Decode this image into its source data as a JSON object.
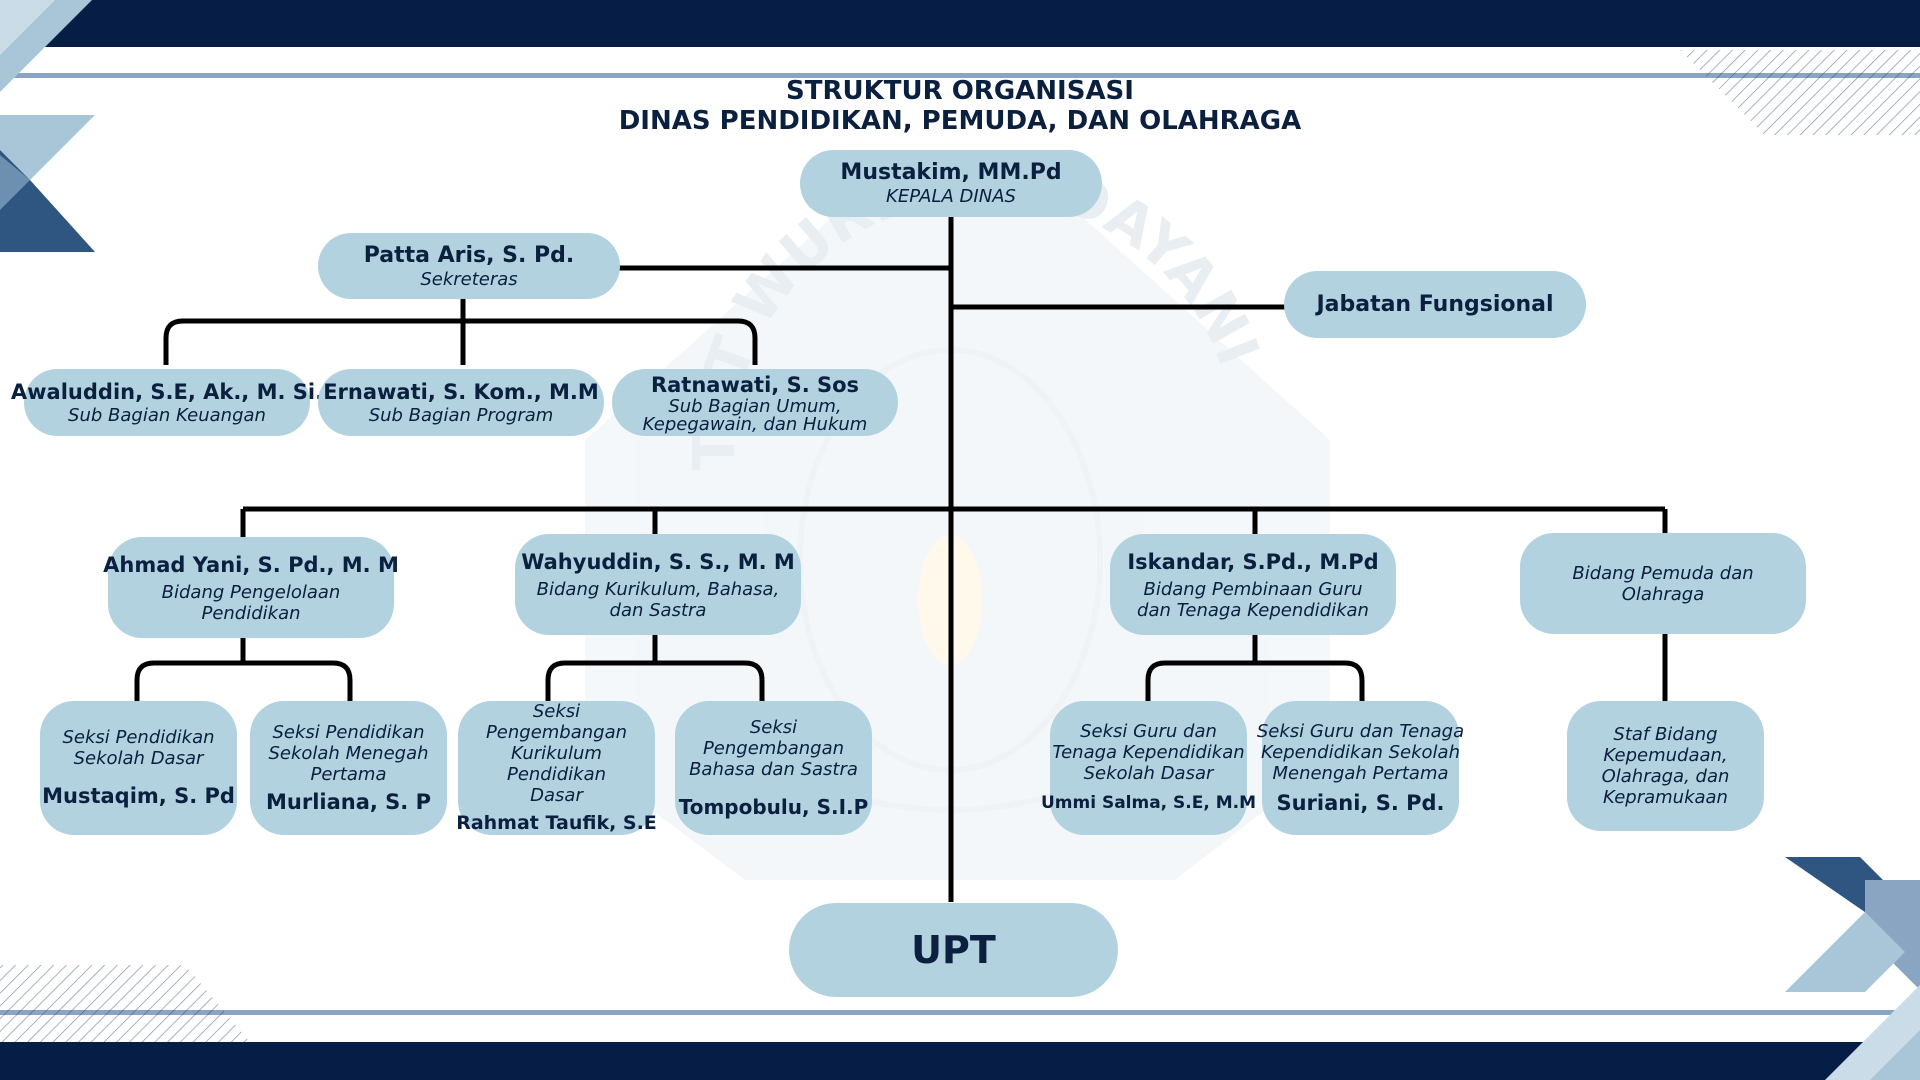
{
  "title": {
    "line1": "STRUKTUR ORGANISASI",
    "line2": "DINAS PENDIDIKAN, PEMUDA, DAN OLAHRAGA"
  },
  "watermark": {
    "text": "TUT WURI HANDAYANI"
  },
  "colors": {
    "navy": "#061d45",
    "node": "#b2d2e0",
    "accent": "#8aa5c1",
    "text": "#0b1f3f"
  },
  "nodes": {
    "head": {
      "name": "Mustakim, MM.Pd",
      "role": "KEPALA DINAS"
    },
    "secretary": {
      "name": "Patta Aris, S. Pd.",
      "role": "Sekreteras"
    },
    "fungsional": {
      "name": "Jabatan Fungsional"
    },
    "keuangan": {
      "name": "Awaluddin, S.E, Ak., M. Si.",
      "role": "Sub Bagian Keuangan"
    },
    "program": {
      "name": "Ernawati, S. Kom., M.M",
      "role": "Sub Bagian Program"
    },
    "umum": {
      "name": "Ratnawati, S. Sos",
      "role1": "Sub Bagian Umum,",
      "role2": "Kepegawain, dan Hukum"
    },
    "pengelolaan": {
      "name": "Ahmad Yani, S. Pd., M. M",
      "role1": "Bidang Pengelolaan",
      "role2": "Pendidikan"
    },
    "kurikulum": {
      "name": "Wahyuddin, S. S., M. M",
      "role1": "Bidang Kurikulum, Bahasa,",
      "role2": "dan Sastra"
    },
    "pembinaan": {
      "name": "Iskandar, S.Pd., M.Pd",
      "role1": "Bidang Pembinaan Guru",
      "role2": "dan Tenaga Kependidikan"
    },
    "pemuda": {
      "role1": "Bidang Pemuda dan",
      "role2": "Olahraga"
    },
    "seksi_sd": {
      "role1": "Seksi Pendidikan",
      "role2": "Sekolah Dasar",
      "name": "Mustaqim, S. Pd"
    },
    "seksi_smp": {
      "role1": "Seksi Pendidikan",
      "role2": "Sekolah Menegah",
      "role3": "Pertama",
      "name": "Murliana, S. P"
    },
    "seksi_kurikulum": {
      "role1": "Seksi Pengembangan",
      "role2": "Kurikulum Pendidikan",
      "role3": "Dasar",
      "name": "Rahmat Taufik, S.E"
    },
    "seksi_bahasa": {
      "role1": "Seksi Pengembangan",
      "role2": "Bahasa dan Sastra",
      "name": "Tompobulu, S.I.P"
    },
    "seksi_guru_sd": {
      "role1": "Seksi Guru dan",
      "role2": "Tenaga Kependidikan",
      "role3": "Sekolah Dasar",
      "name": "Ummi Salma, S.E, M.M"
    },
    "seksi_guru_smp": {
      "role1": "Seksi Guru dan Tenaga",
      "role2": "Kependidikan Sekolah",
      "role3": "Menengah Pertama",
      "name": "Suriani, S. Pd."
    },
    "staf_pemuda": {
      "role1": "Staf Bidang",
      "role2": "Kepemudaan,",
      "role3": "Olahraga, dan",
      "role4": "Kepramukaan"
    },
    "upt": {
      "name": "UPT"
    }
  }
}
